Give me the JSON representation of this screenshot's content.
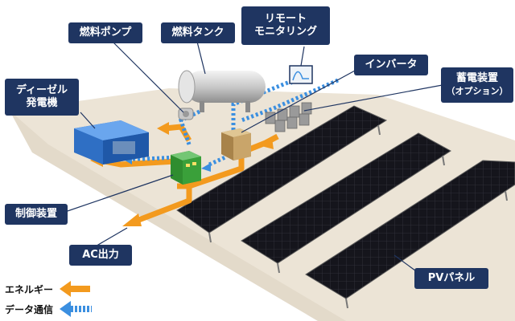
{
  "labels": {
    "fuel_pump": "燃料ポンプ",
    "fuel_tank": "燃料タンク",
    "remote_monitoring_1": "リモート",
    "remote_monitoring_2": "モニタリング",
    "diesel_1": "ディーゼル",
    "diesel_2": "発電機",
    "inverter": "インバータ",
    "battery_1": "蓄電装置",
    "battery_2": "（オプション）",
    "controller": "制御装置",
    "ac_output": "AC出力",
    "pv_panel": "PVパネル"
  },
  "legend": {
    "energy": "エネルギー",
    "data": "データ通信"
  },
  "colors": {
    "callout_bg": "#1f3561",
    "energy_arrow": "#f39a1e",
    "data_arrow": "#3b8fe0",
    "ground": "#ece4d6",
    "panel": "#1b1b22",
    "generator": "#3b7fd4",
    "controller": "#3aa03a",
    "inverter_box": "#c9a56a"
  }
}
